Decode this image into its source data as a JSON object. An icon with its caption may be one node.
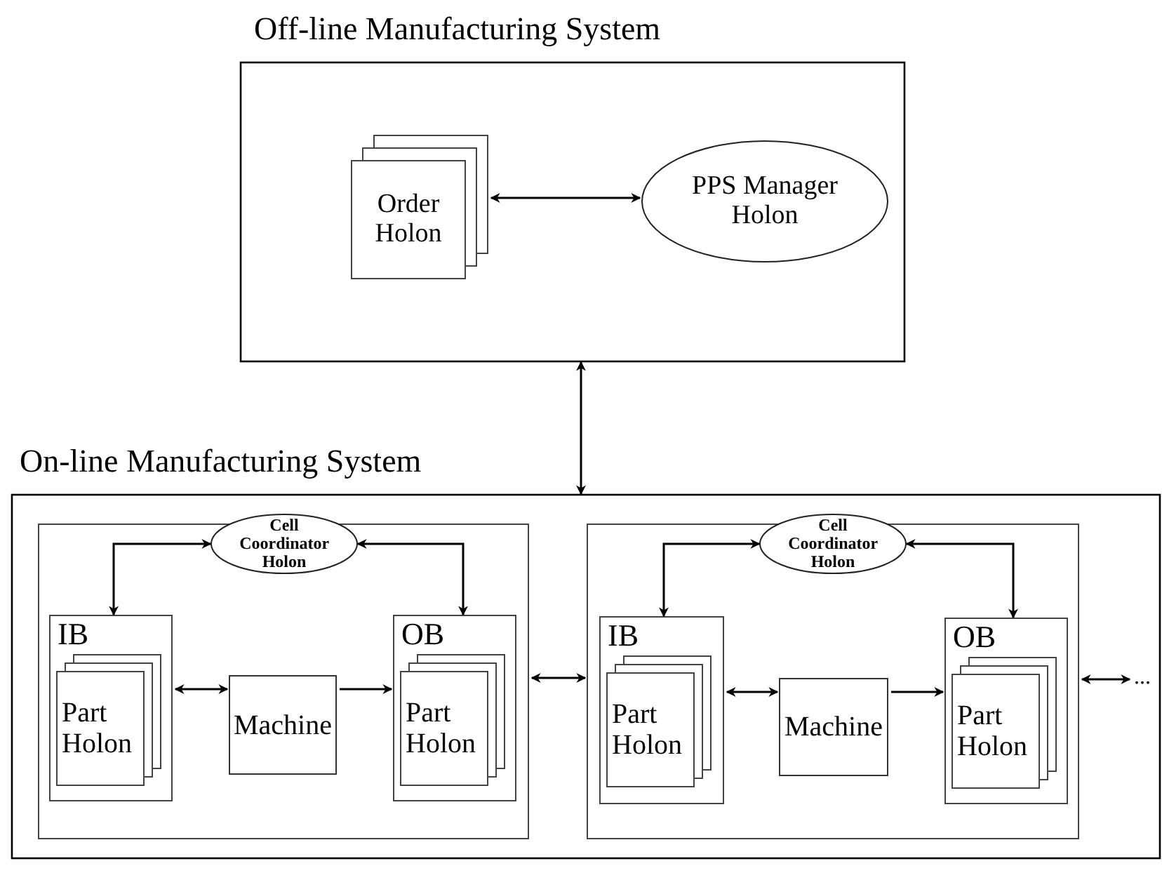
{
  "diagram": {
    "nodes": [
      {
        "text": [
          "Off-line Manufacturing System"
        ]
      },
      {
        "text": [
          "Order Holon"
        ],
        "in": 0
      },
      {
        "text": [
          "PPS Manager Holon"
        ],
        "in": 0
      },
      {
        "text": [
          "On-line Manufacturing System"
        ]
      },
      {
        "text": [],
        "shape": "box",
        "in": 3
      },
      {
        "text": [
          "Cell Coordinator Holon"
        ],
        "in": 4
      },
      {
        "text": [
          "IB"
        ],
        "in": 4
      },
      {
        "text": [
          "Part Holon"
        ],
        "in": 6
      },
      {
        "text": [
          "Machine"
        ],
        "in": 4
      },
      {
        "text": [
          "OB"
        ],
        "in": 4
      },
      {
        "text": [
          "Part Holon"
        ],
        "in": 9
      },
      {
        "text": [],
        "shape": "box",
        "in": 3
      },
      {
        "text": [
          "Cell Coordinator Holon"
        ],
        "in": 11
      },
      {
        "text": [
          "IB"
        ],
        "in": 11
      },
      {
        "text": [
          "Part Holon"
        ],
        "in": 13
      },
      {
        "text": [
          "Machine"
        ],
        "in": 11
      },
      {
        "text": [
          "OB"
        ],
        "in": 11
      },
      {
        "text": [
          "Part Holon"
        ],
        "in": 16
      },
      {
        "text": [
          "..."
        ],
        "in": 3
      }
    ],
    "edges": [
      {
        "from": 1,
        "to": 2,
        "arrow": "both"
      },
      {
        "from": 0,
        "to": 3,
        "arrow": "both"
      },
      {
        "from": 5,
        "to": 6,
        "arrow": "both"
      },
      {
        "from": 5,
        "to": 9,
        "arrow": "both"
      },
      {
        "from": 6,
        "to": 8,
        "arrow": "both"
      },
      {
        "from": 8,
        "to": 9,
        "arrow": "to"
      },
      {
        "from": 4,
        "to": 11,
        "arrow": "both"
      },
      {
        "from": 12,
        "to": 13,
        "arrow": "both"
      },
      {
        "from": 12,
        "to": 16,
        "arrow": "both"
      },
      {
        "from": 13,
        "to": 15,
        "arrow": "both"
      },
      {
        "from": 15,
        "to": 16,
        "arrow": "to"
      },
      {
        "from": 11,
        "to": 18,
        "arrow": "both"
      }
    ]
  }
}
